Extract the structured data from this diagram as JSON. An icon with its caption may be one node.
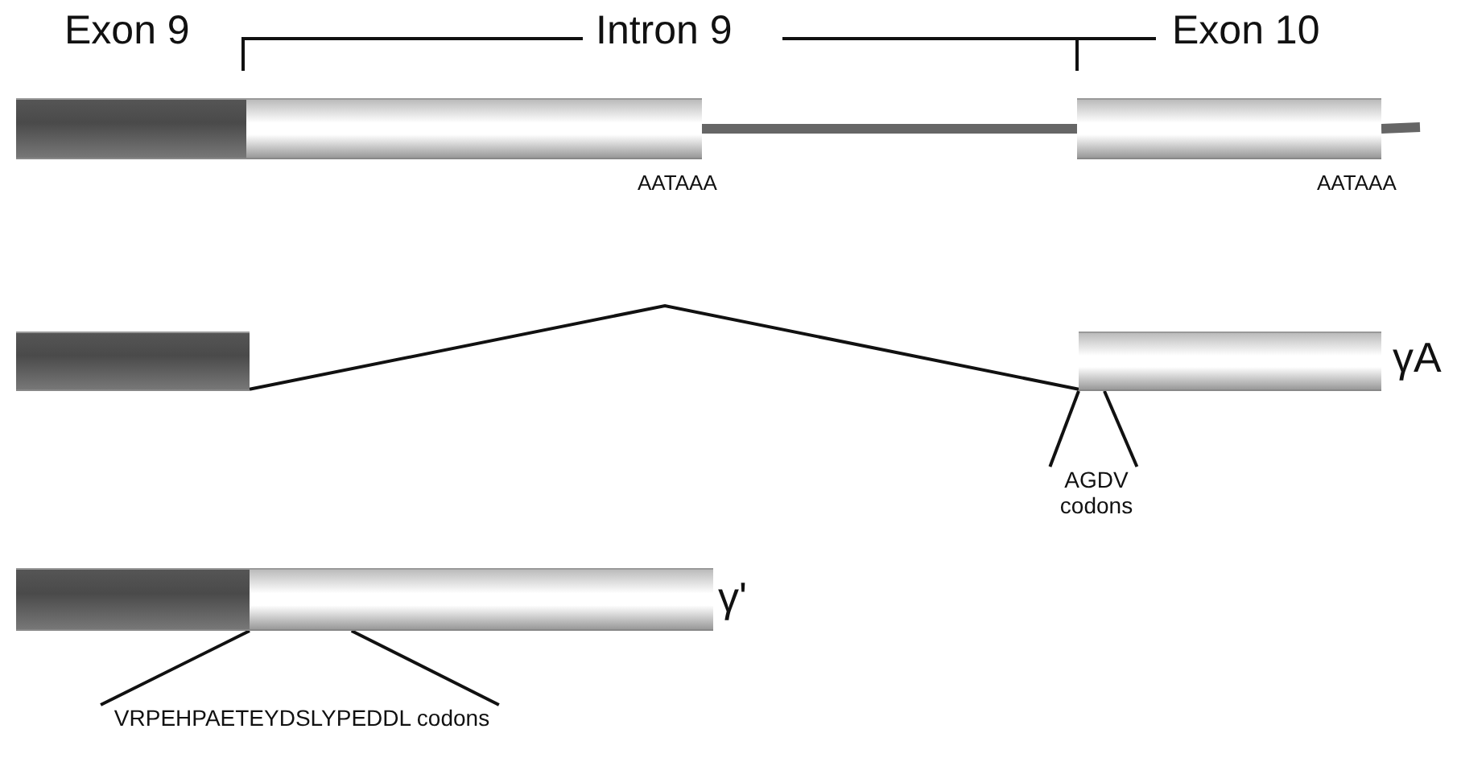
{
  "diagram": {
    "nodes": [
      {
        "text": [],
        "shape": "bar"
      },
      {
        "text": [],
        "shape": "bar",
        "beside": [
          "AATAAA"
        ]
      },
      {
        "text": [],
        "shape": "bar",
        "beside": [
          "AATAAA"
        ]
      },
      {
        "text": [],
        "shape": "bar"
      },
      {
        "text": [],
        "shape": "bar",
        "beside": [
          "γA"
        ]
      },
      {
        "text": [],
        "shape": "bar"
      },
      {
        "text": [],
        "shape": "bar",
        "beside": [
          "γ'"
        ]
      },
      {
        "text": [
          "AGDV codons"
        ]
      },
      {
        "text": [
          "VRPEHPAETEYDSLYPEDDL codons"
        ]
      }
    ],
    "edges": [
      {
        "from": 1,
        "to": 2,
        "arrow": "none",
        "style": "thick",
        "color": "#666666"
      },
      {
        "from": 2,
        "to": null,
        "arrow": "none",
        "style": "thick",
        "color": "#666666"
      },
      {
        "from": 3,
        "to": 4,
        "arrow": "none"
      },
      {
        "from": 7,
        "to": 4,
        "arrow": "none"
      },
      {
        "from": 7,
        "to": 4,
        "arrow": "none"
      },
      {
        "from": 8,
        "to": 6,
        "arrow": "none"
      },
      {
        "from": 8,
        "to": 6,
        "arrow": "none"
      }
    ],
    "labels": [
      "Exon 9",
      "Intron 9",
      "Exon 10"
    ]
  }
}
